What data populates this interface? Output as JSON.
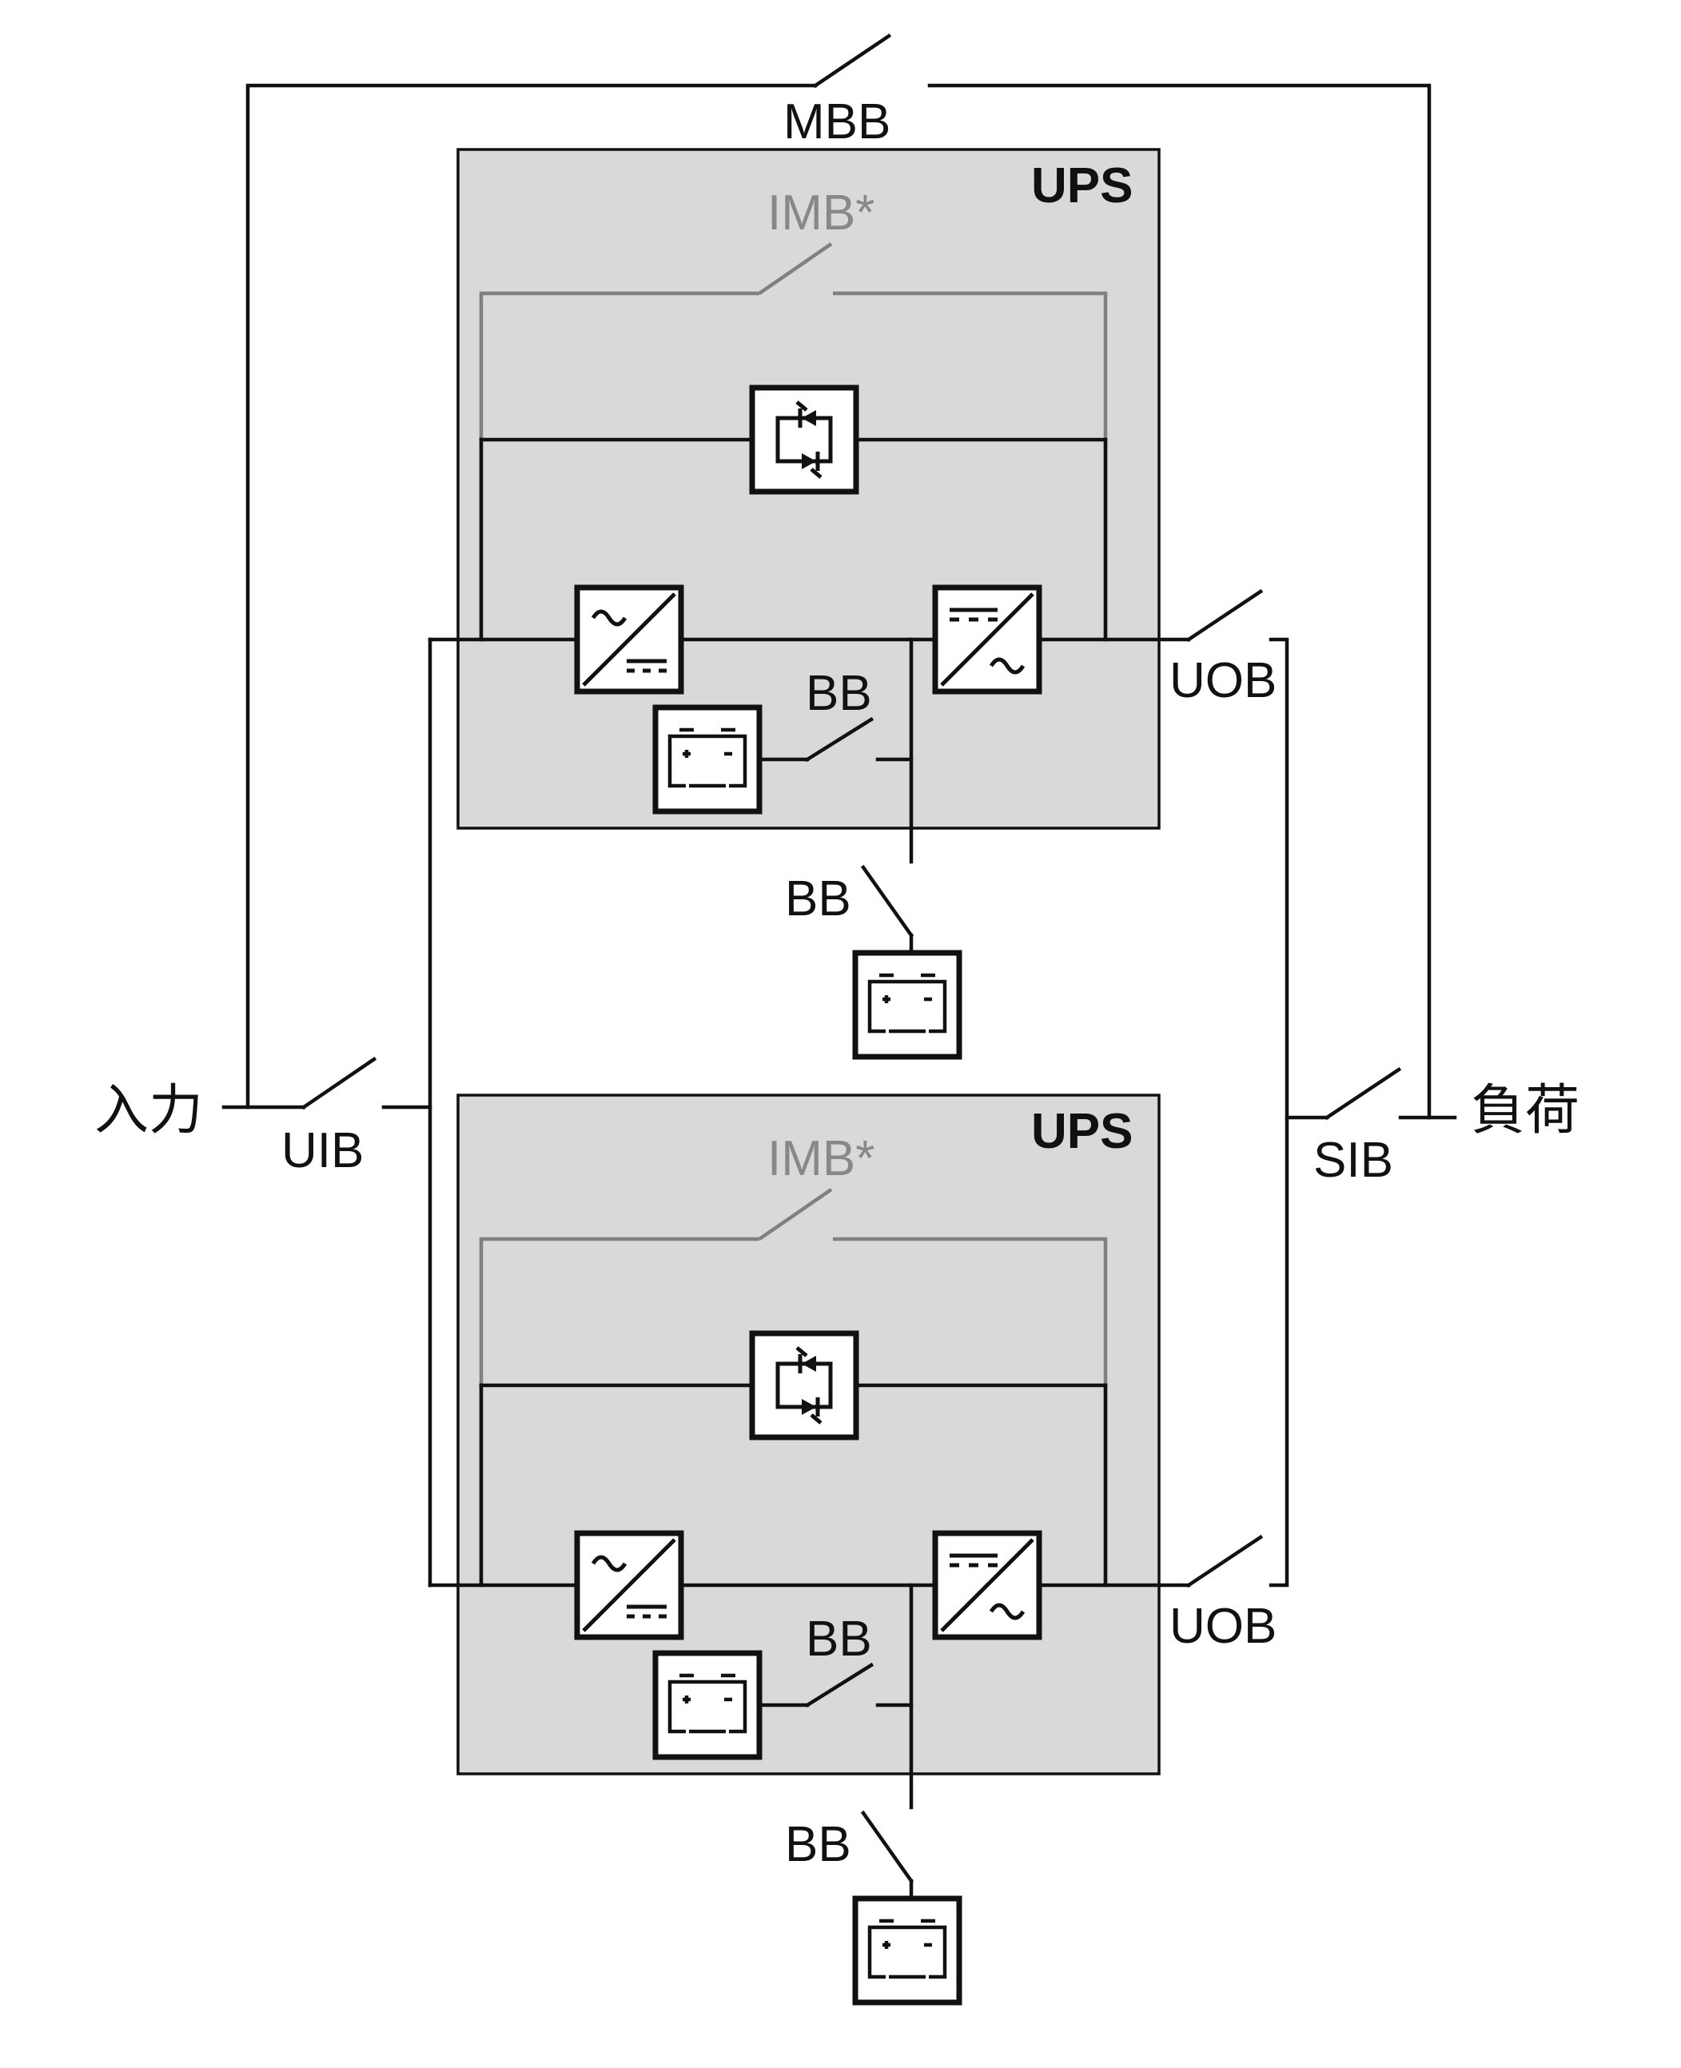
{
  "labels": {
    "input": "入力",
    "load": "負荷",
    "mbb": "MBB",
    "uib": "UIB",
    "sib": "SIB",
    "ups_title": "UPS",
    "imb": "IMB*",
    "uob": "UOB",
    "bb": "BB"
  },
  "colors": {
    "wire": "#111111",
    "gray_wire": "#808080",
    "ups_box_fill": "#d9d9d9",
    "imb_label": "#888888"
  }
}
